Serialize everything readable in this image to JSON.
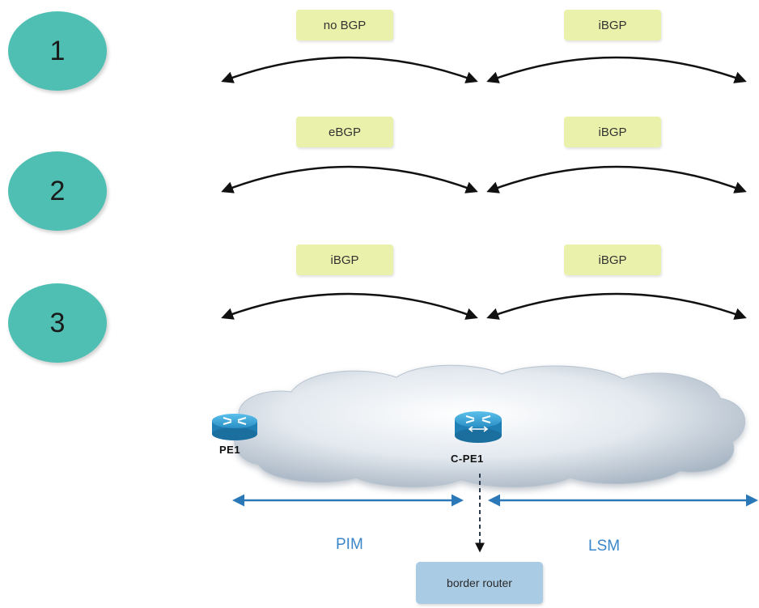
{
  "scenarios": [
    {
      "number": "1",
      "left_label": "no BGP",
      "right_label": "iBGP"
    },
    {
      "number": "2",
      "left_label": "eBGP",
      "right_label": "iBGP"
    },
    {
      "number": "3",
      "left_label": "iBGP",
      "right_label": "iBGP"
    }
  ],
  "topology": {
    "router_left": "PE1",
    "router_center": "C-PE1",
    "segment_left": "PIM",
    "segment_right": "LSM",
    "border_router": "border router"
  },
  "colors": {
    "circle": "#4fbfb3",
    "pill": "#eaf1aa",
    "segment_arrow": "#2b78b8",
    "router": "#2a8fc4",
    "border_box": "#aacbe4"
  }
}
